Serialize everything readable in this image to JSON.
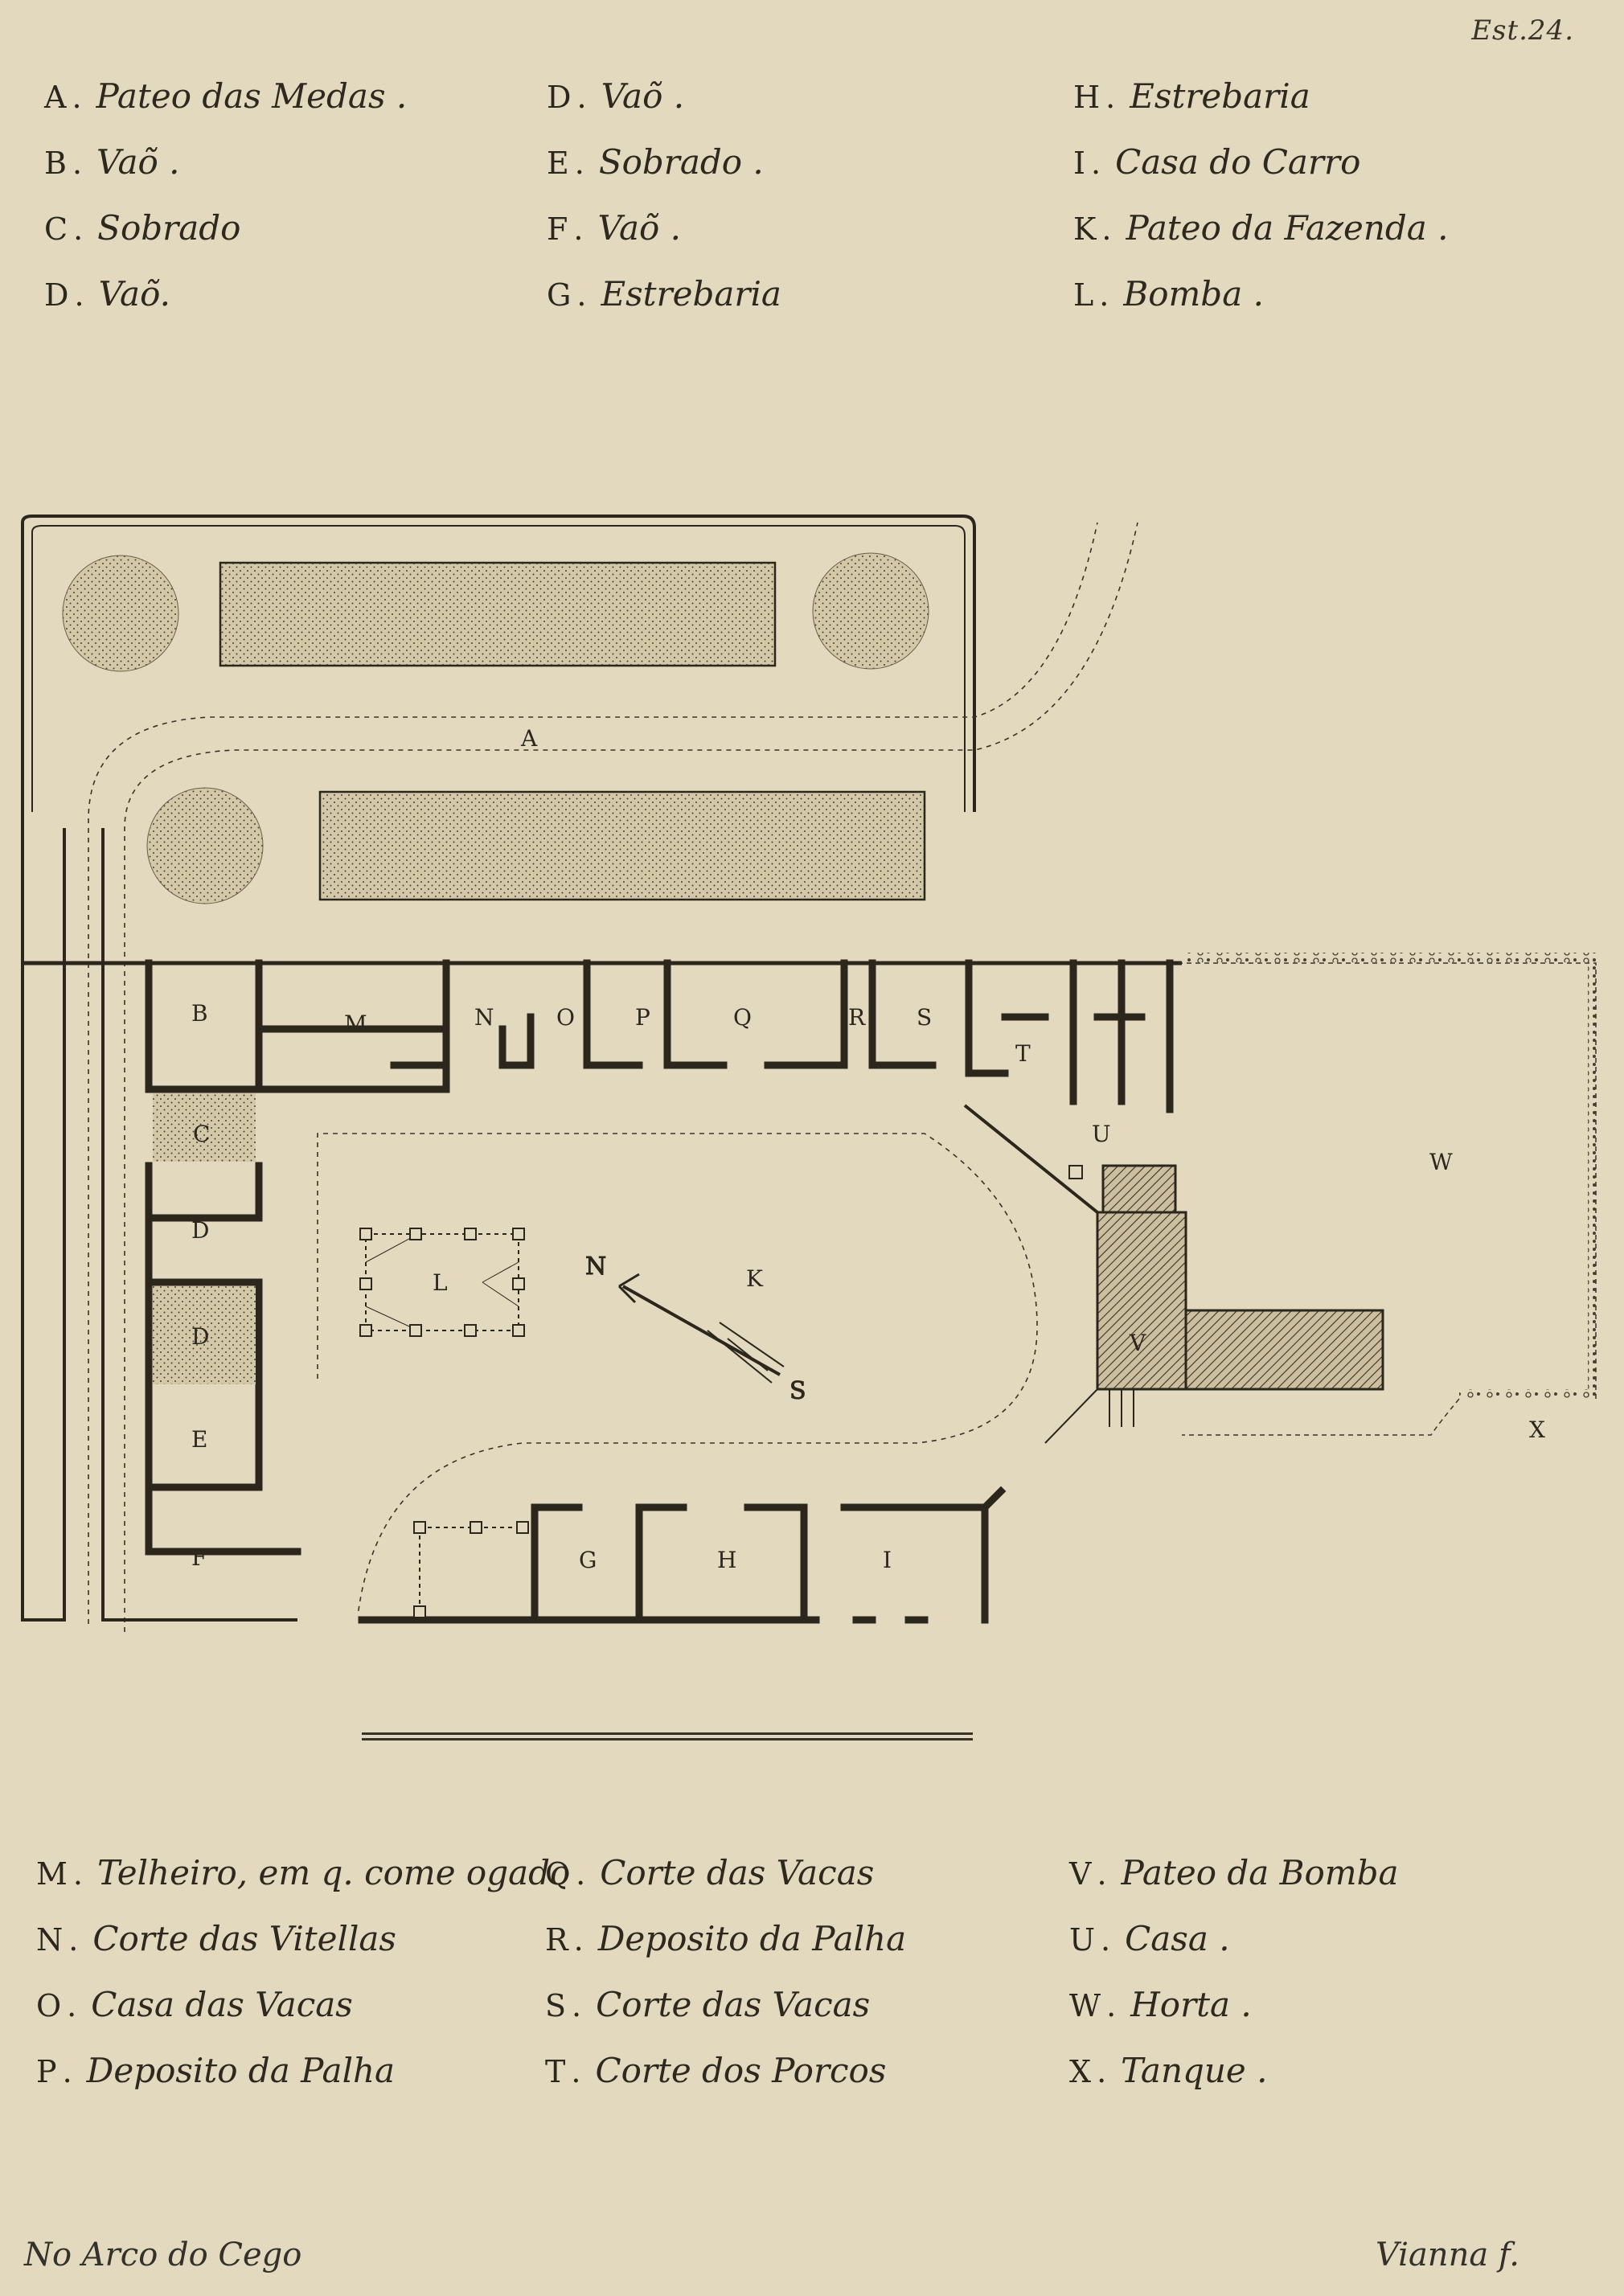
{
  "plate_number": "Est.24.",
  "legend_top": {
    "columns": [
      [
        {
          "letter": "A",
          "text": "Pateo das Medas ."
        },
        {
          "letter": "B",
          "text": "Vaõ ."
        },
        {
          "letter": "C",
          "text": "Sobrado"
        },
        {
          "letter": "D",
          "text": "Vaõ."
        }
      ],
      [
        {
          "letter": "D",
          "text": "Vaõ ."
        },
        {
          "letter": "E",
          "text": "Sobrado ."
        },
        {
          "letter": "F",
          "text": "Vaõ ."
        },
        {
          "letter": "G",
          "text": "Estrebaria"
        }
      ],
      [
        {
          "letter": "H",
          "text": "Estrebaria"
        },
        {
          "letter": "I",
          "text": "Casa do Carro"
        },
        {
          "letter": "K",
          "text": "Pateo da Fazenda ."
        },
        {
          "letter": "L",
          "text": "Bomba ."
        }
      ]
    ]
  },
  "legend_bottom": {
    "columns": [
      [
        {
          "letter": "M",
          "text": "Telheiro, em q. come ogado"
        },
        {
          "letter": "N",
          "text": "Corte das Vitellas"
        },
        {
          "letter": "O",
          "text": "Casa das Vacas"
        },
        {
          "letter": "P",
          "text": "Deposito da Palha"
        }
      ],
      [
        {
          "letter": "Q",
          "text": "Corte das Vacas"
        },
        {
          "letter": "R",
          "text": "Deposito da Palha"
        },
        {
          "letter": "S",
          "text": "Corte das Vacas"
        },
        {
          "letter": "T",
          "text": "Corte dos Porcos"
        }
      ],
      [
        {
          "letter": "V",
          "text": "Pateo da Bomba"
        },
        {
          "letter": "U",
          "text": "Casa ."
        },
        {
          "letter": "W",
          "text": "Horta ."
        },
        {
          "letter": "X",
          "text": "Tanque ."
        }
      ]
    ]
  },
  "plan_labels": {
    "A": "A",
    "B": "B",
    "C": "C",
    "D1": "D",
    "D2": "D",
    "E": "E",
    "F": "F",
    "G": "G",
    "H": "H",
    "I": "I",
    "K": "K",
    "L": "L",
    "M": "M",
    "N": "N",
    "O": "O",
    "P": "P",
    "Q": "Q",
    "R": "R",
    "S": "S",
    "T": "T",
    "U": "U",
    "V": "V",
    "W": "W",
    "X": "X"
  },
  "signature_left": "No Arco do Cego",
  "signature_right": "Vianna f.",
  "colors": {
    "paper": "#e2d9bf",
    "ink": "#2c261d",
    "stipple": "#d3c8a8"
  }
}
